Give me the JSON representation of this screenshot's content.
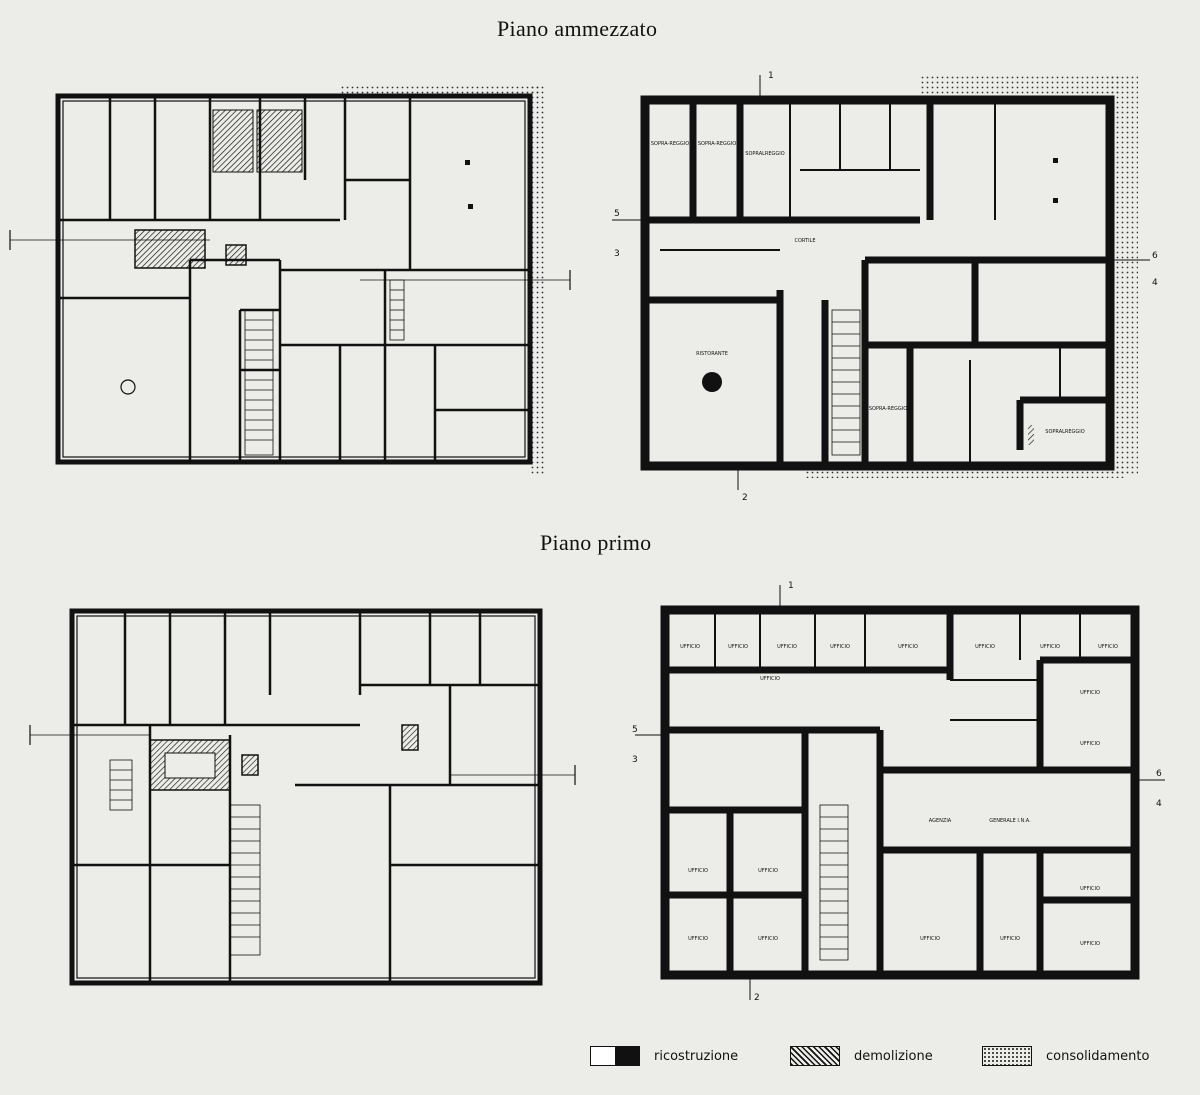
{
  "titles": {
    "top": "Piano ammezzato",
    "bottom": "Piano primo"
  },
  "legend": [
    {
      "label": "ricostruzione",
      "icon": "white-black-swatch-icon"
    },
    {
      "label": "demolizione",
      "icon": "hatched-swatch-icon"
    },
    {
      "label": "consolidamento",
      "icon": "dotted-swatch-icon"
    }
  ],
  "mezzanine_labels": {
    "r1": "SOPRA-REGGIO",
    "r2": "SOPRA-REGGIO",
    "r3": "SOPRALREGGIO",
    "cortile": "CORTILE",
    "ristorante": "RISTORANTE",
    "r4": "SOPRA-REGGIO",
    "r5": "SOPRALREGGIO"
  },
  "first_labels": {
    "u1": "UFFICIO",
    "u2": "UFFICIO",
    "u3": "UFFICIO",
    "u4": "UFFICIO",
    "u5": "UFFICIO",
    "u6": "UFFICIO",
    "u7": "UFFICIO",
    "u8": "UFFICIO",
    "u9": "UFFICIO",
    "u10": "UFFICIO",
    "u11": "UFFICIO",
    "u12": "UFFICIO",
    "u13": "UFFICIO",
    "u14": "UFFICIO",
    "u15": "UFFICIO",
    "u16": "UFFICIO",
    "u17": "UFFICIO",
    "u18": "UFFICIO",
    "u19": "UFFICIO",
    "agenzia": "AGENZIA",
    "generale": "GENERALE I.N.A."
  },
  "section_marks": {
    "s1": "1",
    "s2": "2",
    "s3": "3",
    "s4": "4",
    "s5": "5",
    "s6": "6"
  },
  "colors": {
    "ink": "#111111",
    "paper": "#ecece9",
    "wall_new": "#111111"
  }
}
